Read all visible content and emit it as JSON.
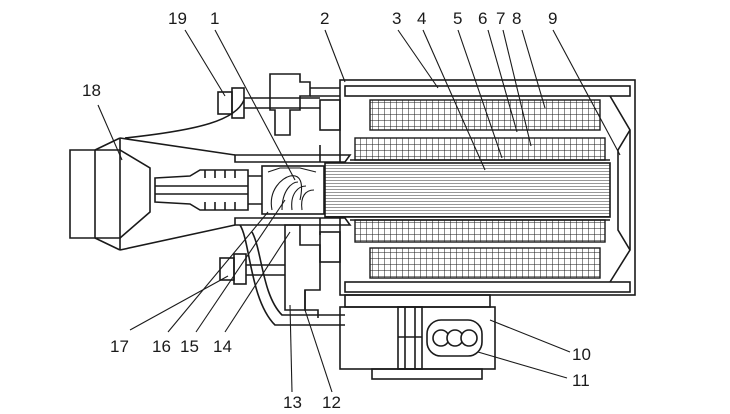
{
  "diagram": {
    "callouts": [
      "19",
      "1",
      "2",
      "3",
      "4",
      "5",
      "6",
      "7",
      "8",
      "9",
      "18",
      "17",
      "16",
      "15",
      "14",
      "13",
      "12",
      "10",
      "11"
    ]
  },
  "colors": {
    "ink": "#1a1a1a",
    "background": "#ffffff"
  }
}
